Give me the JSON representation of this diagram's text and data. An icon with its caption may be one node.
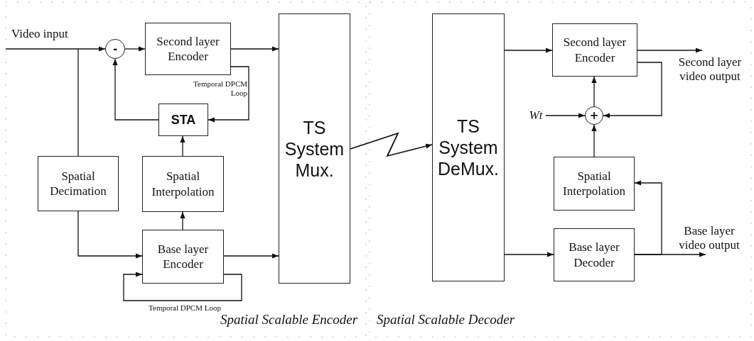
{
  "diagram": {
    "nodes": [
      {
        "text": [
          "-"
        ]
      },
      {
        "text": [
          "Second layer Encoder"
        ]
      },
      {
        "text": [
          "STA"
        ]
      },
      {
        "text": [
          "Spatial Decimation"
        ]
      },
      {
        "text": [
          "Spatial Interpolation"
        ]
      },
      {
        "text": [
          "Base layer Encoder"
        ]
      },
      {
        "text": [
          "TS System Mux."
        ]
      },
      {
        "text": [
          "TS System DeMux."
        ]
      },
      {
        "text": [
          "Second layer Encoder"
        ]
      },
      {
        "text": [
          "+"
        ]
      },
      {
        "text": [
          "Spatial Interpolation"
        ]
      },
      {
        "text": [
          "Base layer Decoder"
        ]
      },
      {
        "text": [
          "Wt"
        ]
      }
    ],
    "edges": [
      {
        "from": null,
        "to": 0,
        "arrow": "to",
        "label": "Video input"
      },
      {
        "from": null,
        "to": 3,
        "arrow": "none"
      },
      {
        "from": 0,
        "to": 1,
        "arrow": "to"
      },
      {
        "from": 1,
        "to": 6,
        "arrow": "to"
      },
      {
        "from": 1,
        "to": 2,
        "arrow": "to",
        "label": "Temporal DPCM Loop"
      },
      {
        "from": 2,
        "to": 0,
        "arrow": "to"
      },
      {
        "from": 4,
        "to": 2,
        "arrow": "to"
      },
      {
        "from": 3,
        "to": 5,
        "arrow": "to"
      },
      {
        "from": 5,
        "to": 4,
        "arrow": "to"
      },
      {
        "from": 5,
        "to": 6,
        "arrow": "to"
      },
      {
        "from": 5,
        "to": 5,
        "arrow": "to",
        "label": "Temporal DPCM Loop"
      },
      {
        "from": 6,
        "to": 7,
        "arrow": "to"
      },
      {
        "from": 7,
        "to": 8,
        "arrow": "to"
      },
      {
        "from": 7,
        "to": 11,
        "arrow": "to"
      },
      {
        "from": 8,
        "to": null,
        "arrow": "to",
        "label": "Second layer video output"
      },
      {
        "from": 8,
        "to": 9,
        "arrow": "to"
      },
      {
        "from": 12,
        "to": 9,
        "arrow": "to"
      },
      {
        "from": 10,
        "to": 9,
        "arrow": "to"
      },
      {
        "from": 9,
        "to": 8,
        "arrow": "to"
      },
      {
        "from": 11,
        "to": null,
        "arrow": "to",
        "label": "Base layer video output"
      },
      {
        "from": 11,
        "to": 10,
        "arrow": "to"
      }
    ],
    "labels": [
      "Spatial Scalable Encoder",
      "Spatial Scalable Decoder"
    ]
  }
}
